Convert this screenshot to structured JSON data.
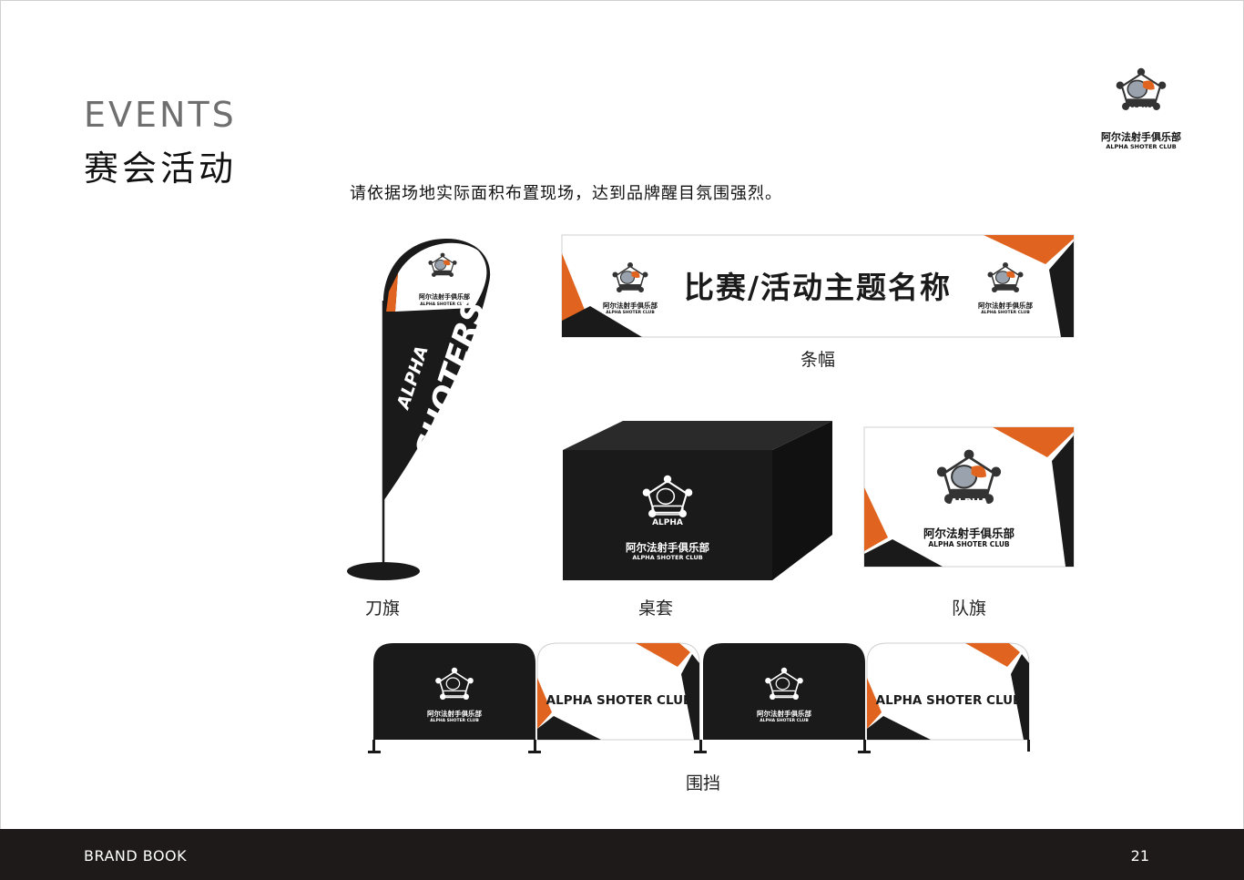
{
  "header": {
    "section_title_en": "EVENTS",
    "section_title_cn": "赛会活动",
    "logo": {
      "name_cn": "阿尔法射手俱乐部",
      "name_en": "ALPHA SHOTER CLUB",
      "emblem_text": "ALPHA"
    }
  },
  "instruction": "请依据场地实际面积布置现场，达到品牌醒目氛围强烈。",
  "items": {
    "feather_flag": {
      "caption": "刀旗",
      "flag_text_line1": "ALPHA",
      "flag_text_line2": "SHOTERS"
    },
    "banner": {
      "caption": "条幅",
      "title": "比赛/活动主题名称"
    },
    "table_cover": {
      "caption": "桌套"
    },
    "team_flag": {
      "caption": "队旗"
    },
    "barrier": {
      "caption": "围挡",
      "text": "ALPHA SHOTER CLUB"
    }
  },
  "colors": {
    "orange": "#e0641f",
    "black": "#1a1a1a",
    "footer": "#1d1a19"
  },
  "footer": {
    "brand": "BRAND BOOK",
    "page_number": "21"
  }
}
